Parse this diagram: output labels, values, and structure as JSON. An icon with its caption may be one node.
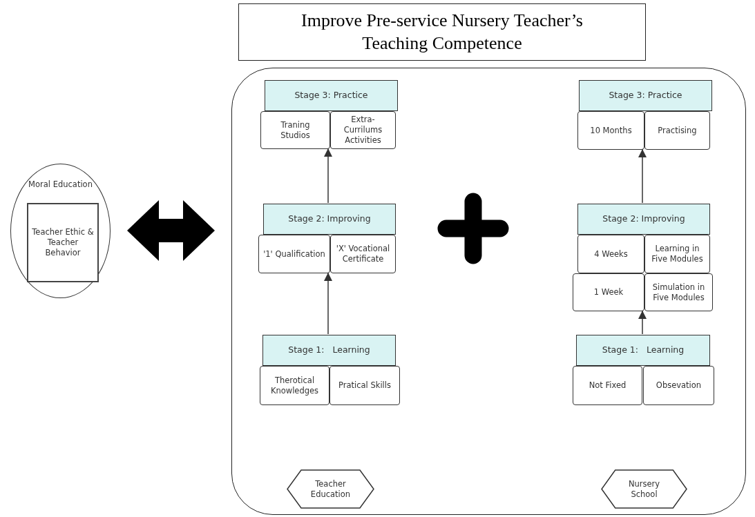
{
  "diagram": {
    "nodes": [
      {
        "text": [
          "Improve Pre-service Nursery Teacher’s Teaching Competence"
        ]
      },
      {
        "text": [
          "Moral Education"
        ]
      },
      {
        "text": [
          "Teacher Ethic & Teacher Behavior"
        ],
        "in": 1
      },
      {
        "text": [],
        "shape": "box"
      },
      {
        "text": [
          "Stage 3: Practice"
        ],
        "in": 3
      },
      {
        "text": [
          "Traning Studios"
        ],
        "in": 3
      },
      {
        "text": [
          "Extra-Currilums Activities"
        ],
        "in": 3
      },
      {
        "text": [
          "Stage 2: Improving"
        ],
        "in": 3
      },
      {
        "text": [
          "'1' Qualification"
        ],
        "in": 3
      },
      {
        "text": [
          "'X' Vocational Certificate"
        ],
        "in": 3
      },
      {
        "text": [
          "Stage 1:   Learning"
        ],
        "in": 3
      },
      {
        "text": [
          "Therotical Knowledges"
        ],
        "in": 3
      },
      {
        "text": [
          "Pratical Skills"
        ],
        "in": 3
      },
      {
        "text": [
          "Teacher Education"
        ],
        "in": 3
      },
      {
        "text": [
          "Stage 3: Practice"
        ],
        "in": 3
      },
      {
        "text": [
          "10 Months"
        ],
        "in": 3
      },
      {
        "text": [
          "Practising"
        ],
        "in": 3
      },
      {
        "text": [
          "Stage 2: Improving"
        ],
        "in": 3
      },
      {
        "text": [
          "4 Weeks"
        ],
        "in": 3
      },
      {
        "text": [
          "Learning in Five Modules"
        ],
        "in": 3
      },
      {
        "text": [
          "1 Week"
        ],
        "in": 3
      },
      {
        "text": [
          "Simulation in Five Modules"
        ],
        "in": 3
      },
      {
        "text": [
          "Stage 1:   Learning"
        ],
        "in": 3
      },
      {
        "text": [
          "Not Fixed"
        ],
        "in": 3
      },
      {
        "text": [
          "Obsevation"
        ],
        "in": 3
      },
      {
        "text": [
          "Nursery School"
        ],
        "in": 3
      }
    ],
    "edges": [
      {
        "from": 1,
        "to": 3,
        "arrow": "both",
        "style": "thick"
      },
      {
        "from": 10,
        "to": 8,
        "arrow": "to"
      },
      {
        "from": 7,
        "to": 5,
        "arrow": "to"
      },
      {
        "from": 22,
        "to": 20,
        "arrow": "to"
      },
      {
        "from": 17,
        "to": 15,
        "arrow": "to"
      }
    ]
  }
}
